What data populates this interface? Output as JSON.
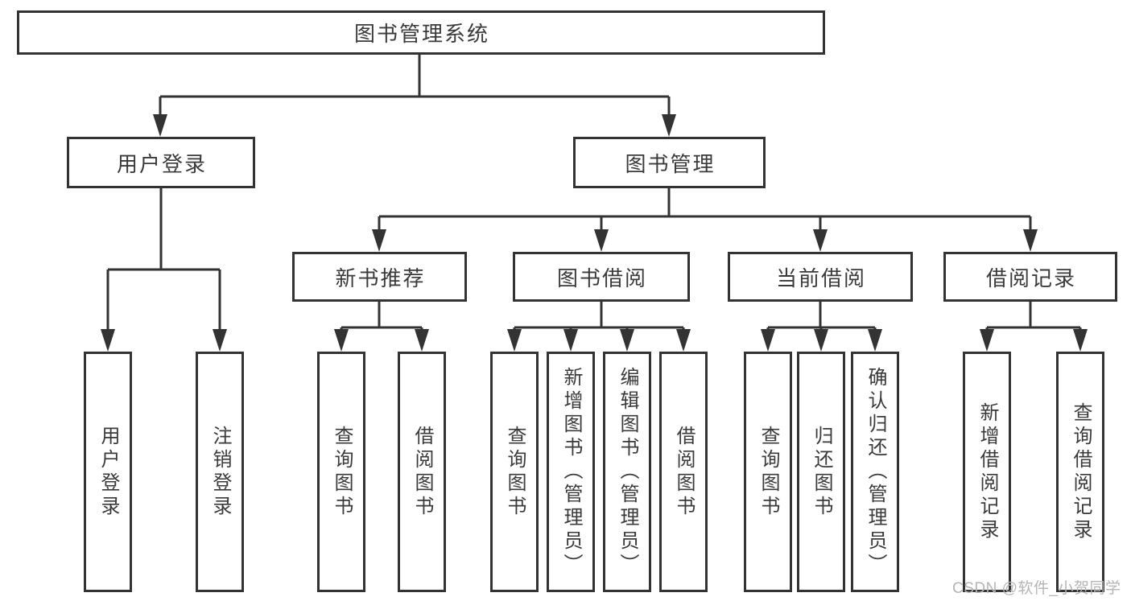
{
  "colors": {
    "line": "#333333",
    "box_border": "#333333",
    "box_fill": "#ffffff",
    "text": "#3a3a3a",
    "background": "#ffffff",
    "watermark": "#b5b5b5"
  },
  "tree": {
    "root": {
      "label": "图书管理系统",
      "children": [
        {
          "label": "用户登录",
          "children": [
            {
              "label": "用户登录"
            },
            {
              "label": "注销登录"
            }
          ]
        },
        {
          "label": "图书管理",
          "children": [
            {
              "label": "新书推荐",
              "children": [
                {
                  "label": "查询图书"
                },
                {
                  "label": "借阅图书"
                }
              ]
            },
            {
              "label": "图书借阅",
              "children": [
                {
                  "label": "查询图书"
                },
                {
                  "label": "新增图书（管理员）"
                },
                {
                  "label": "编辑图书（管理员）"
                },
                {
                  "label": "借阅图书"
                }
              ]
            },
            {
              "label": "当前借阅",
              "children": [
                {
                  "label": "查询图书"
                },
                {
                  "label": "归还图书"
                },
                {
                  "label": "确认归还（管理员）"
                }
              ]
            },
            {
              "label": "借阅记录",
              "children": [
                {
                  "label": "新增借阅记录"
                },
                {
                  "label": "查询借阅记录"
                }
              ]
            }
          ]
        }
      ]
    }
  },
  "watermark": {
    "text": "CSDN @软件_小贺同学"
  }
}
